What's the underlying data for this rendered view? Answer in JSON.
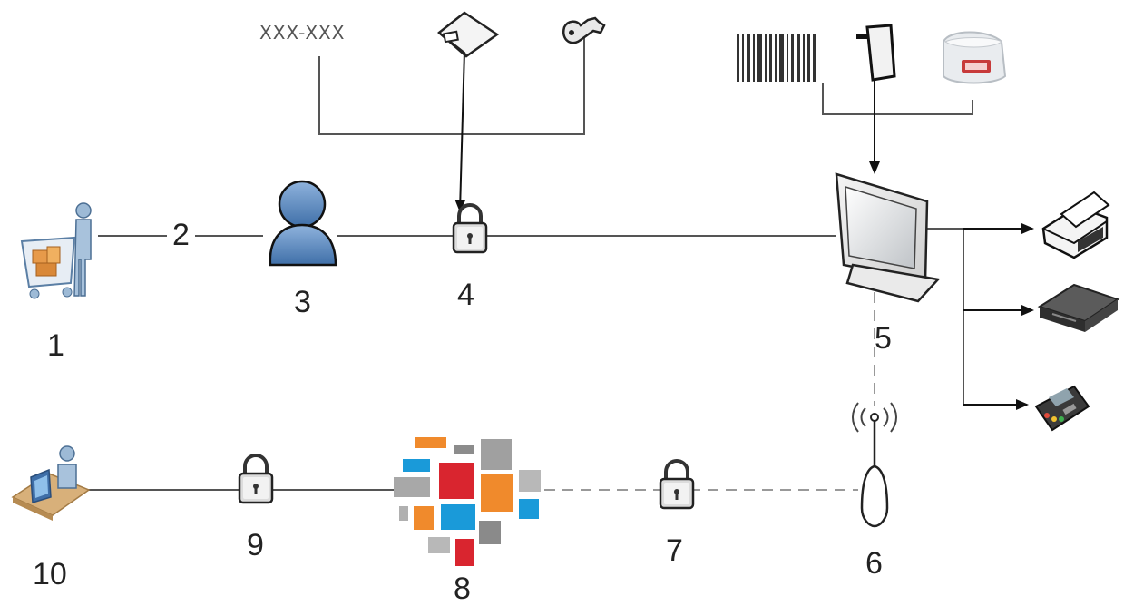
{
  "diagram": {
    "code_text": "XXX-XXX",
    "labels": {
      "n1": "1",
      "n2": "2",
      "n3": "3",
      "n4": "4",
      "n5": "5",
      "n6": "6",
      "n7": "7",
      "n8": "8",
      "n9": "9",
      "n10": "10"
    },
    "icons": {
      "customer": "shopping-customer-icon",
      "cashier": "user-icon",
      "auth_lock": "padlock-icon",
      "card_reader": "card-swipe-icon",
      "key": "key-icon",
      "barcode": "barcode-icon",
      "scanner": "handheld-scanner-icon",
      "scale": "weighing-scale-icon",
      "pos": "pos-monitor-icon",
      "printer": "printer-icon",
      "cash_drawer": "cash-drawer-icon",
      "pin_pad": "payment-terminal-icon",
      "router": "wireless-router-icon",
      "cloud": "cloud-platform-icon",
      "office": "office-user-icon"
    },
    "colors": {
      "line": "#555555",
      "person_blue": "#5b86b8",
      "tile_red": "#d9252f",
      "tile_orange": "#f08a2c",
      "tile_blue": "#1a9ad9",
      "tile_gray": "#9a9a9a"
    }
  }
}
